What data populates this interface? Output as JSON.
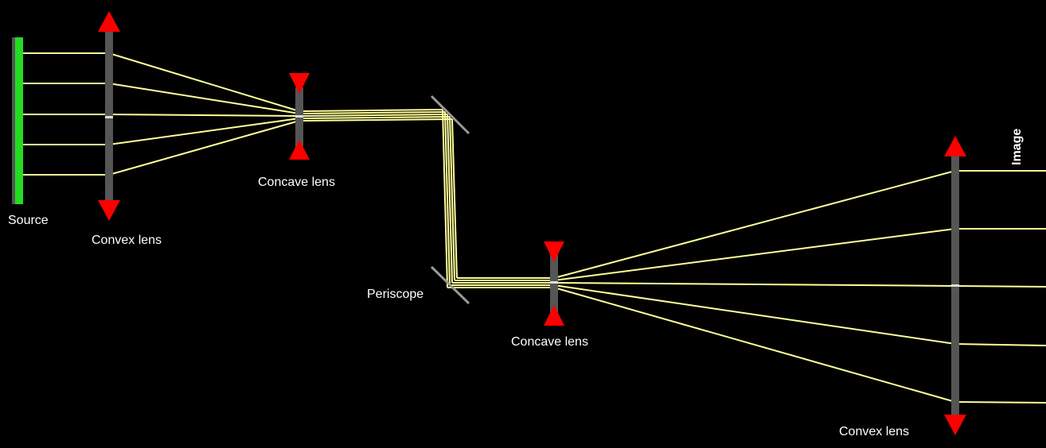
{
  "colors": {
    "background": "#000000",
    "ray": "#ffff99",
    "lens_body": "#555555",
    "lens_center": "#dddddd",
    "arrow": "#ff0000",
    "source": "#22dd22",
    "mirror": "#999999",
    "label": "#ffffff"
  },
  "labels": {
    "source": "Source",
    "convex_lens_1": "Convex lens",
    "concave_lens_1": "Concave lens",
    "periscope": "Periscope",
    "concave_lens_2": "Concave lens",
    "convex_lens_2": "Convex lens",
    "image": "Image"
  }
}
